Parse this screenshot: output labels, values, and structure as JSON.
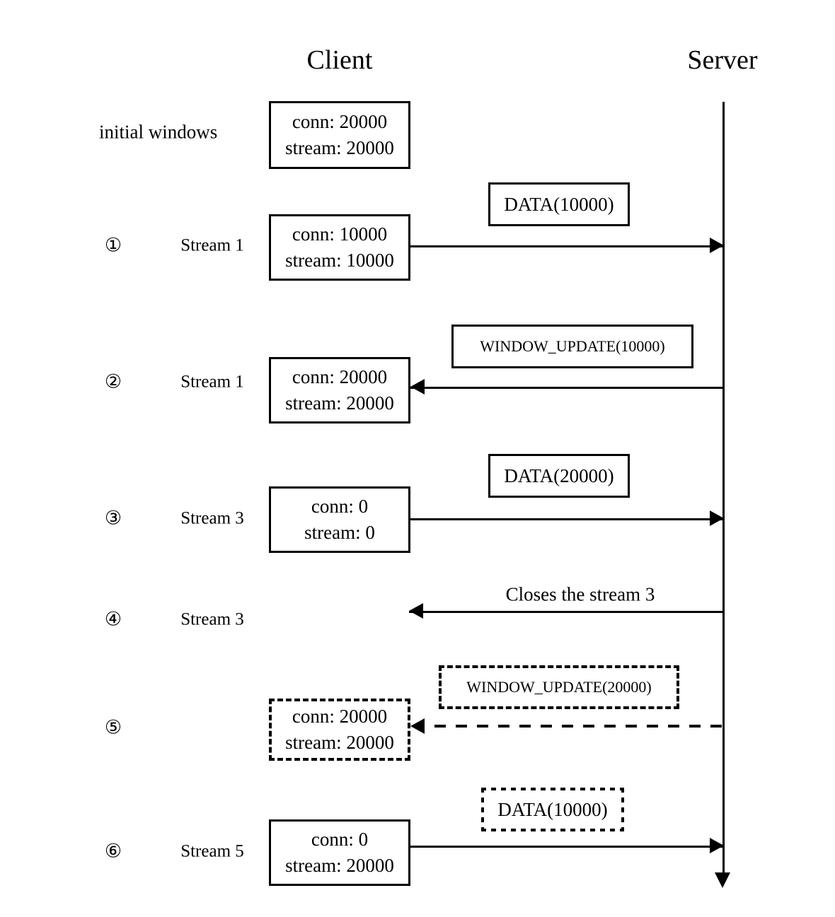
{
  "diagram": {
    "title_hidden": "HTTP/2 flow-control window sequence diagram",
    "actors": {
      "client": "Client",
      "server": "Server"
    },
    "initial_note": "initial windows",
    "initial_window_box": {
      "conn": "conn: 20000",
      "stream": "stream: 20000"
    },
    "steps": [
      {
        "num": "①",
        "stream": "Stream 1",
        "message": "DATA(10000)",
        "message_style": "solid",
        "direction": "right",
        "arrow_style": "solid",
        "window_box": {
          "conn": "conn: 10000",
          "stream": "stream: 10000",
          "style": "solid"
        }
      },
      {
        "num": "②",
        "stream": "Stream 1",
        "message": "WINDOW_UPDATE(10000)",
        "message_style": "solid",
        "direction": "left",
        "arrow_style": "solid",
        "window_box": {
          "conn": "conn: 20000",
          "stream": "stream: 20000",
          "style": "solid"
        }
      },
      {
        "num": "③",
        "stream": "Stream 3",
        "message": "DATA(20000)",
        "message_style": "solid",
        "direction": "right",
        "arrow_style": "solid",
        "window_box": {
          "conn": "conn: 0",
          "stream": "stream: 0",
          "style": "solid"
        }
      },
      {
        "num": "④",
        "stream": "Stream 3",
        "message": "Closes the stream 3",
        "message_style": "none",
        "direction": "left",
        "arrow_style": "solid",
        "window_box": null
      },
      {
        "num": "⑤",
        "stream": "",
        "message": "WINDOW_UPDATE(20000)",
        "message_style": "dashed",
        "direction": "left",
        "arrow_style": "dashed",
        "window_box": {
          "conn": "conn: 20000",
          "stream": "stream: 20000",
          "style": "dashed"
        }
      },
      {
        "num": "⑥",
        "stream": "Stream 5",
        "message": "DATA(10000)",
        "message_style": "dotted",
        "direction": "right",
        "arrow_style": "solid",
        "window_box": {
          "conn": "conn: 0",
          "stream": "stream: 20000",
          "style": "solid"
        }
      }
    ],
    "colors": {
      "stroke": "#000000",
      "background": "#ffffff"
    }
  }
}
